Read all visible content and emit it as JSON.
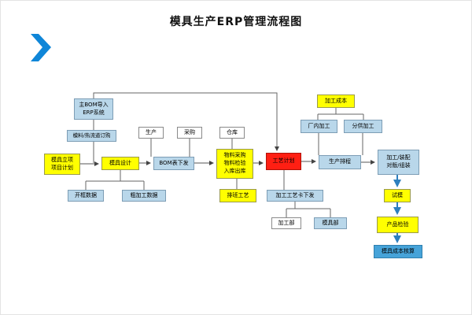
{
  "page": {
    "title": "模具生产ERP管理流程图"
  },
  "icons": {
    "logo": "blue-chevron-right"
  },
  "colors": {
    "node_lightblue": "#b9d7ea",
    "node_yellow": "#ffff00",
    "node_red": "#ff1f13",
    "node_white": "#ffffff",
    "node_blue": "#46a3d9",
    "logo_blue": "#0f86d8",
    "connector": "#666666",
    "arrow_blue": "#2e7fbe"
  },
  "nodes": [
    {
      "id": "bom-import",
      "label": "主BOM导入\nERP系统",
      "type": "lightblue"
    },
    {
      "id": "material-order",
      "label": "模料/热流道订购",
      "type": "lightblue"
    },
    {
      "id": "production",
      "label": "生产",
      "type": "white"
    },
    {
      "id": "purchase",
      "label": "采购",
      "type": "white"
    },
    {
      "id": "warehouse",
      "label": "仓库",
      "type": "white"
    },
    {
      "id": "processing-cost",
      "label": "加工成本",
      "type": "yellow"
    },
    {
      "id": "inhouse-process",
      "label": "厂内加工",
      "type": "lightblue"
    },
    {
      "id": "outsource-process",
      "label": "分供加工",
      "type": "lightblue"
    },
    {
      "id": "project-init",
      "label": "模具立项\n项目计划",
      "type": "yellow"
    },
    {
      "id": "mold-design",
      "label": "模具设计",
      "type": "yellow"
    },
    {
      "id": "bom-issue",
      "label": "BOM表下发",
      "type": "lightblue"
    },
    {
      "id": "material-flow",
      "label": "物料采购\n物料检验\n入库出库",
      "type": "yellow"
    },
    {
      "id": "process-plan",
      "label": "工艺计划",
      "type": "red"
    },
    {
      "id": "prod-schedule",
      "label": "生产排程",
      "type": "lightblue"
    },
    {
      "id": "assembly",
      "label": "加工/装配\n对版/组装",
      "type": "lightblue"
    },
    {
      "id": "frame-data",
      "label": "开框数据",
      "type": "lightblue"
    },
    {
      "id": "rough-data",
      "label": "粗加工数据",
      "type": "lightblue"
    },
    {
      "id": "shift-process",
      "label": "排班工艺",
      "type": "yellow"
    },
    {
      "id": "process-card",
      "label": "加工工艺卡下发",
      "type": "lightblue"
    },
    {
      "id": "trial-mold",
      "label": "试模",
      "type": "yellow"
    },
    {
      "id": "processing-dept",
      "label": "加工部",
      "type": "white"
    },
    {
      "id": "mold-dept",
      "label": "模具部",
      "type": "lightblue"
    },
    {
      "id": "product-inspect",
      "label": "产品检验",
      "type": "yellow"
    },
    {
      "id": "cost-accounting",
      "label": "模具成本核算",
      "type": "blue"
    }
  ]
}
